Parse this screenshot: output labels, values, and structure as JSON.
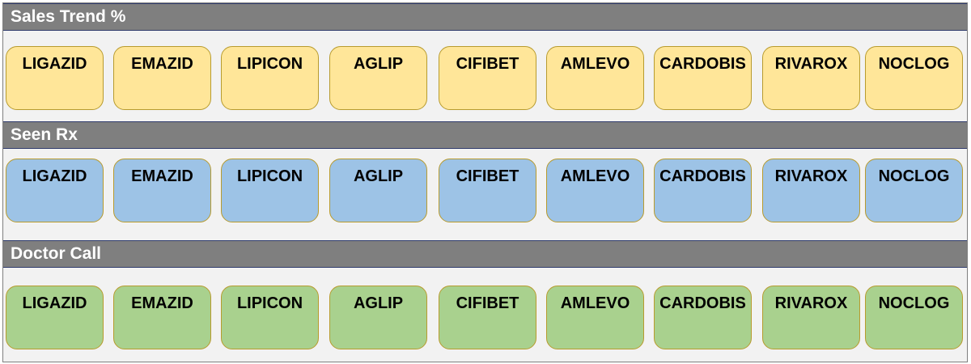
{
  "sections": [
    {
      "title": "Sales Trend %",
      "color": "#ffe699",
      "items": [
        "LIGAZID",
        "EMAZID",
        "LIPICON",
        "AGLIP",
        "CIFIBET",
        "AMLEVO",
        "CARDOBIS",
        "RIVAROX",
        "NOCLOG"
      ]
    },
    {
      "title": "Seen Rx",
      "color": "#9dc3e6",
      "items": [
        "LIGAZID",
        "EMAZID",
        "LIPICON",
        "AGLIP",
        "CIFIBET",
        "AMLEVO",
        "CARDOBIS",
        "RIVAROX",
        "NOCLOG"
      ]
    },
    {
      "title": "Doctor Call",
      "color": "#a9d18e",
      "items": [
        "LIGAZID",
        "EMAZID",
        "LIPICON",
        "AGLIP",
        "CIFIBET",
        "AMLEVO",
        "CARDOBIS",
        "RIVAROX",
        "NOCLOG"
      ]
    }
  ]
}
